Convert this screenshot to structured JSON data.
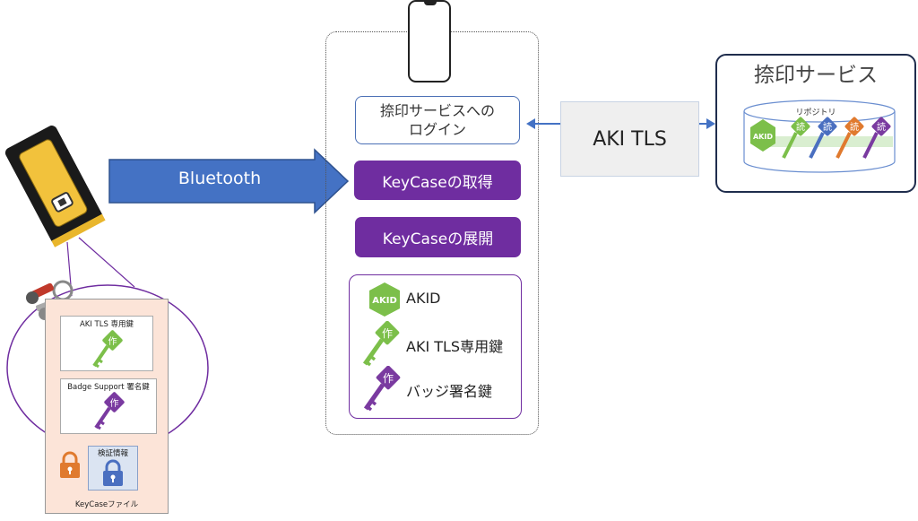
{
  "phone": {
    "login_line1": "捺印サービスへの",
    "login_line2": "ログイン",
    "get_keycase": "KeyCaseの取得",
    "expand_keycase": "KeyCaseの展開",
    "keys": {
      "akid_label": "AKID",
      "akid_badge": "AKID",
      "tls_key_label": "AKI TLS専用鍵",
      "badge_key_label": "バッジ署名鍵",
      "key_glyph": "作"
    }
  },
  "connection": {
    "label": "AKI TLS"
  },
  "service": {
    "title": "捺印サービス",
    "repository_label": "リポジトリ",
    "akid_badge": "AKID",
    "read_glyph": "読",
    "key_colors": [
      "#7cbf4a",
      "#4a6fc0",
      "#e07a2e",
      "#7a3aa0"
    ]
  },
  "bluetooth": {
    "label": "Bluetooth"
  },
  "keycase_file": {
    "tls_key_doc": "AKI TLS 専用鍵",
    "badge_key_doc": "Badge Support 署名鍵",
    "key_glyph": "作",
    "verification_info": "検証情報",
    "file_label": "KeyCaseファイル"
  },
  "colors": {
    "purple": "#6f2da0",
    "green": "#7cbf4a",
    "blue_arrow": "#4472c4",
    "navy": "#1f2d4d"
  }
}
